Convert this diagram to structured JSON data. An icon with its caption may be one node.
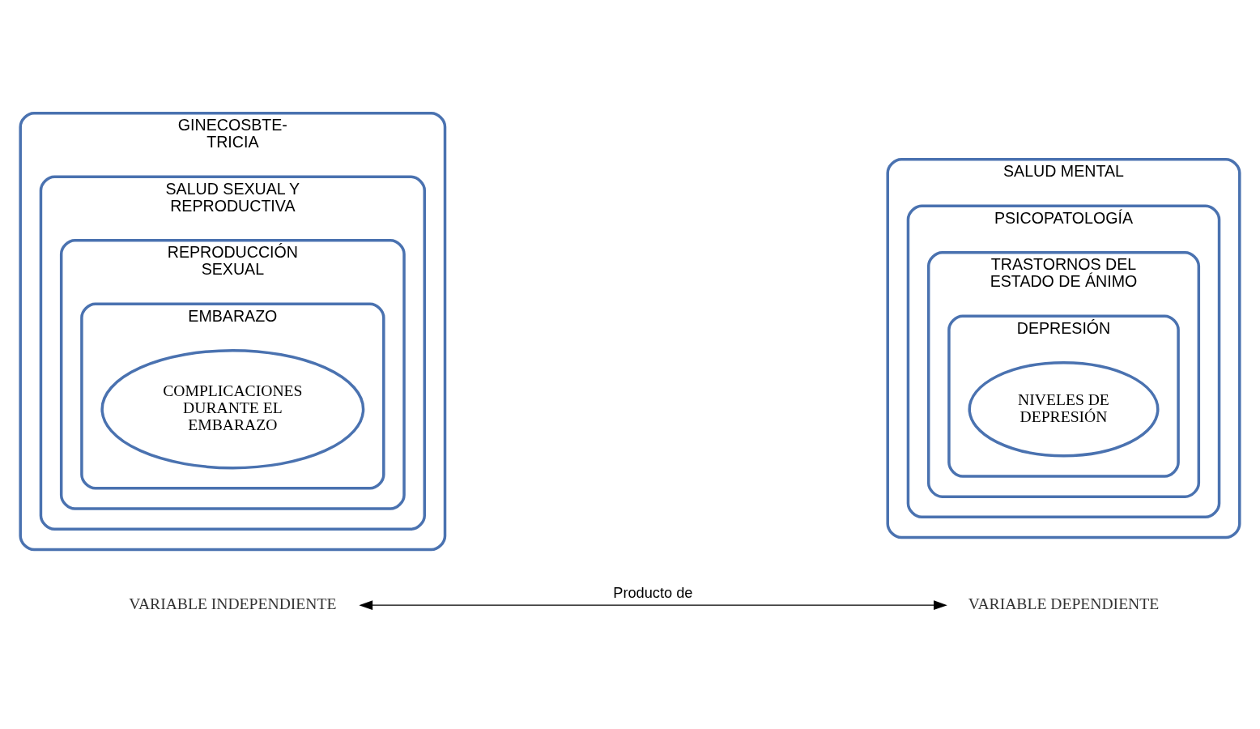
{
  "diagram": {
    "nodes": [
      {
        "text": [
          "GINECOSBTE- TRICIA"
        ]
      },
      {
        "text": [
          "SALUD SEXUAL Y REPRODUCTIVA"
        ],
        "in": 0
      },
      {
        "text": [
          "REPRODUCCIÓN SEXUAL"
        ],
        "in": 1
      },
      {
        "text": [
          "EMBARAZO"
        ],
        "in": 2
      },
      {
        "text": [
          "COMPLICACIONES DURANTE EL EMBARAZO"
        ],
        "in": 3
      },
      {
        "text": [
          "SALUD MENTAL"
        ]
      },
      {
        "text": [
          "PSICOPATOLOGÍA"
        ],
        "in": 5
      },
      {
        "text": [
          "TRASTORNOS DEL ESTADO DE ÁNIMO"
        ],
        "in": 6
      },
      {
        "text": [
          "DEPRESIÓN"
        ],
        "in": 7
      },
      {
        "text": [
          "NIVELES DE DEPRESIÓN"
        ],
        "in": 8
      },
      {
        "text": [
          "VARIABLE INDEPENDIENTE"
        ]
      },
      {
        "text": [
          "VARIABLE DEPENDIENTE"
        ]
      }
    ],
    "edges": [
      {
        "from": 10,
        "to": 11,
        "arrow": "both",
        "label": "Producto de"
      }
    ]
  }
}
